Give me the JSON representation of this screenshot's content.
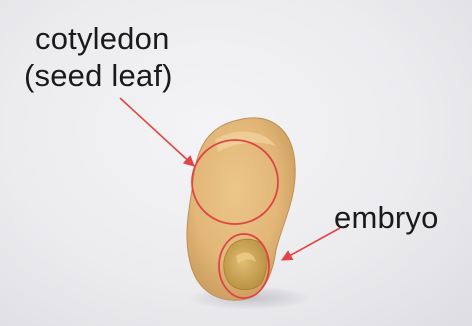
{
  "labels": {
    "cotyledon_line1": "cotyledon",
    "cotyledon_line2": "(seed leaf)",
    "embryo": "embryo"
  },
  "colors": {
    "annotation": "#e04444",
    "seed_base": "#e2b778",
    "seed_shadow": "#c89a58",
    "embryo_tissue": "#d4ac5a",
    "background": "#ececef"
  }
}
